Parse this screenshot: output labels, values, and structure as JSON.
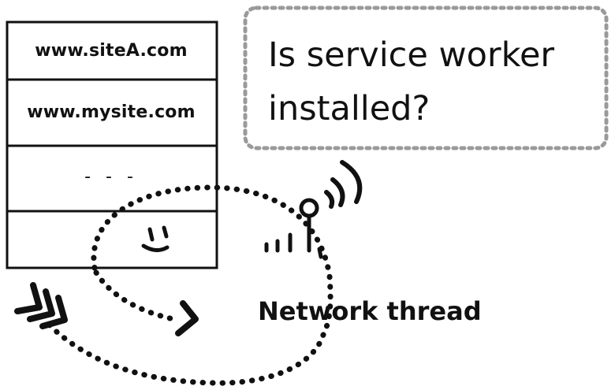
{
  "registry_table": {
    "rows": [
      "www.siteA.com",
      "www.mysite.com",
      "- - -",
      ""
    ]
  },
  "speech_bubble": {
    "line1": "Is service worker",
    "line2": "installed?"
  },
  "character": {
    "label": "Network thread"
  }
}
